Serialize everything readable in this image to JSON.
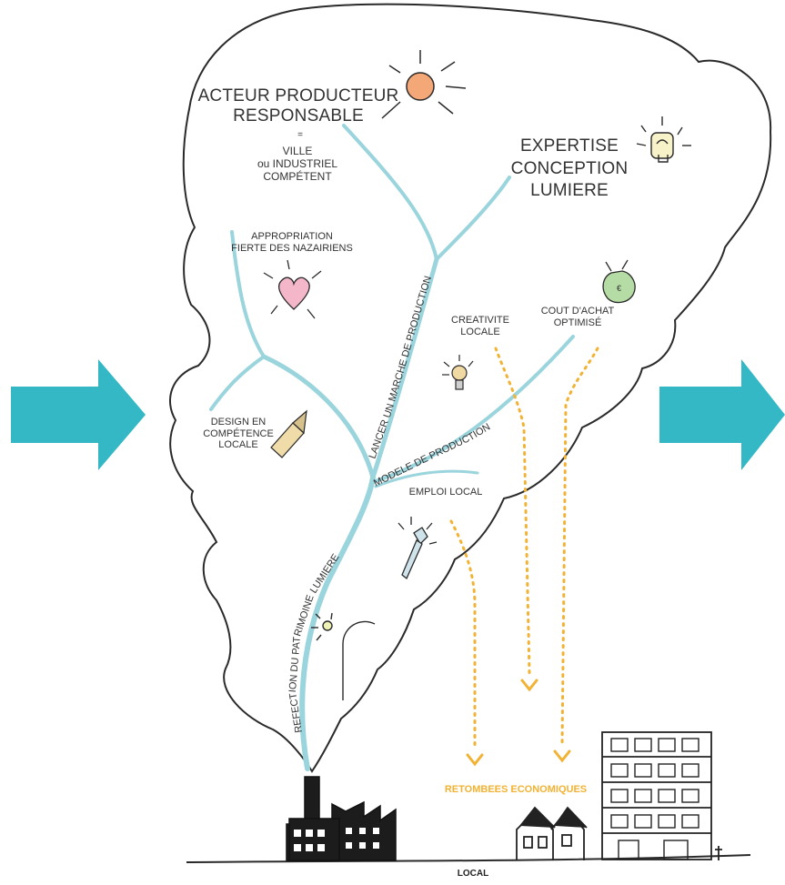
{
  "labels": {
    "acteur": "ACTEUR PRODUCTEUR\nRESPONSABLE",
    "equals": "=",
    "ville": "VILLE\nou INDUSTRIEL\nCOMPÉTENT",
    "expertise": "EXPERTISE\nCONCEPTION\nLUMIERE",
    "appropriation": "APPROPRIATION\nFIERTE DES NAZAIRIENS",
    "cout": "COUT D'ACHAT\nOPTIMISÉ",
    "creativite": "CREATIVITE\nLOCALE",
    "design": "DESIGN EN\nCOMPÉTENCE\nLOCALE",
    "emploi": "EMPLOI LOCAL",
    "retombees": "RETOMBEES ECONOMIQUES",
    "local": "LOCAL"
  },
  "branch_labels": {
    "lancer": "LANCER UN MARCHE DE PRODUCTION",
    "modele": "MODELE DE PRODUCTION",
    "refection": "REFECTION DU PATRIMOINE LUMIERE"
  },
  "colors": {
    "arrow": "#34b8c6",
    "branch": "#9ad4dc",
    "outline": "#2a2a2a",
    "dots": "#f2b233",
    "heart": "#f3b7c9",
    "sun": "#f4a878",
    "bag": "#b5dca4"
  },
  "icons": [
    "arrow-right-icon",
    "sun-icon",
    "lightbulb-icon",
    "heart-icon",
    "pencil-icon",
    "wrench-icon",
    "money-bag-icon",
    "street-lamp-icon",
    "factory-icon",
    "houses-icon",
    "building-icon"
  ]
}
